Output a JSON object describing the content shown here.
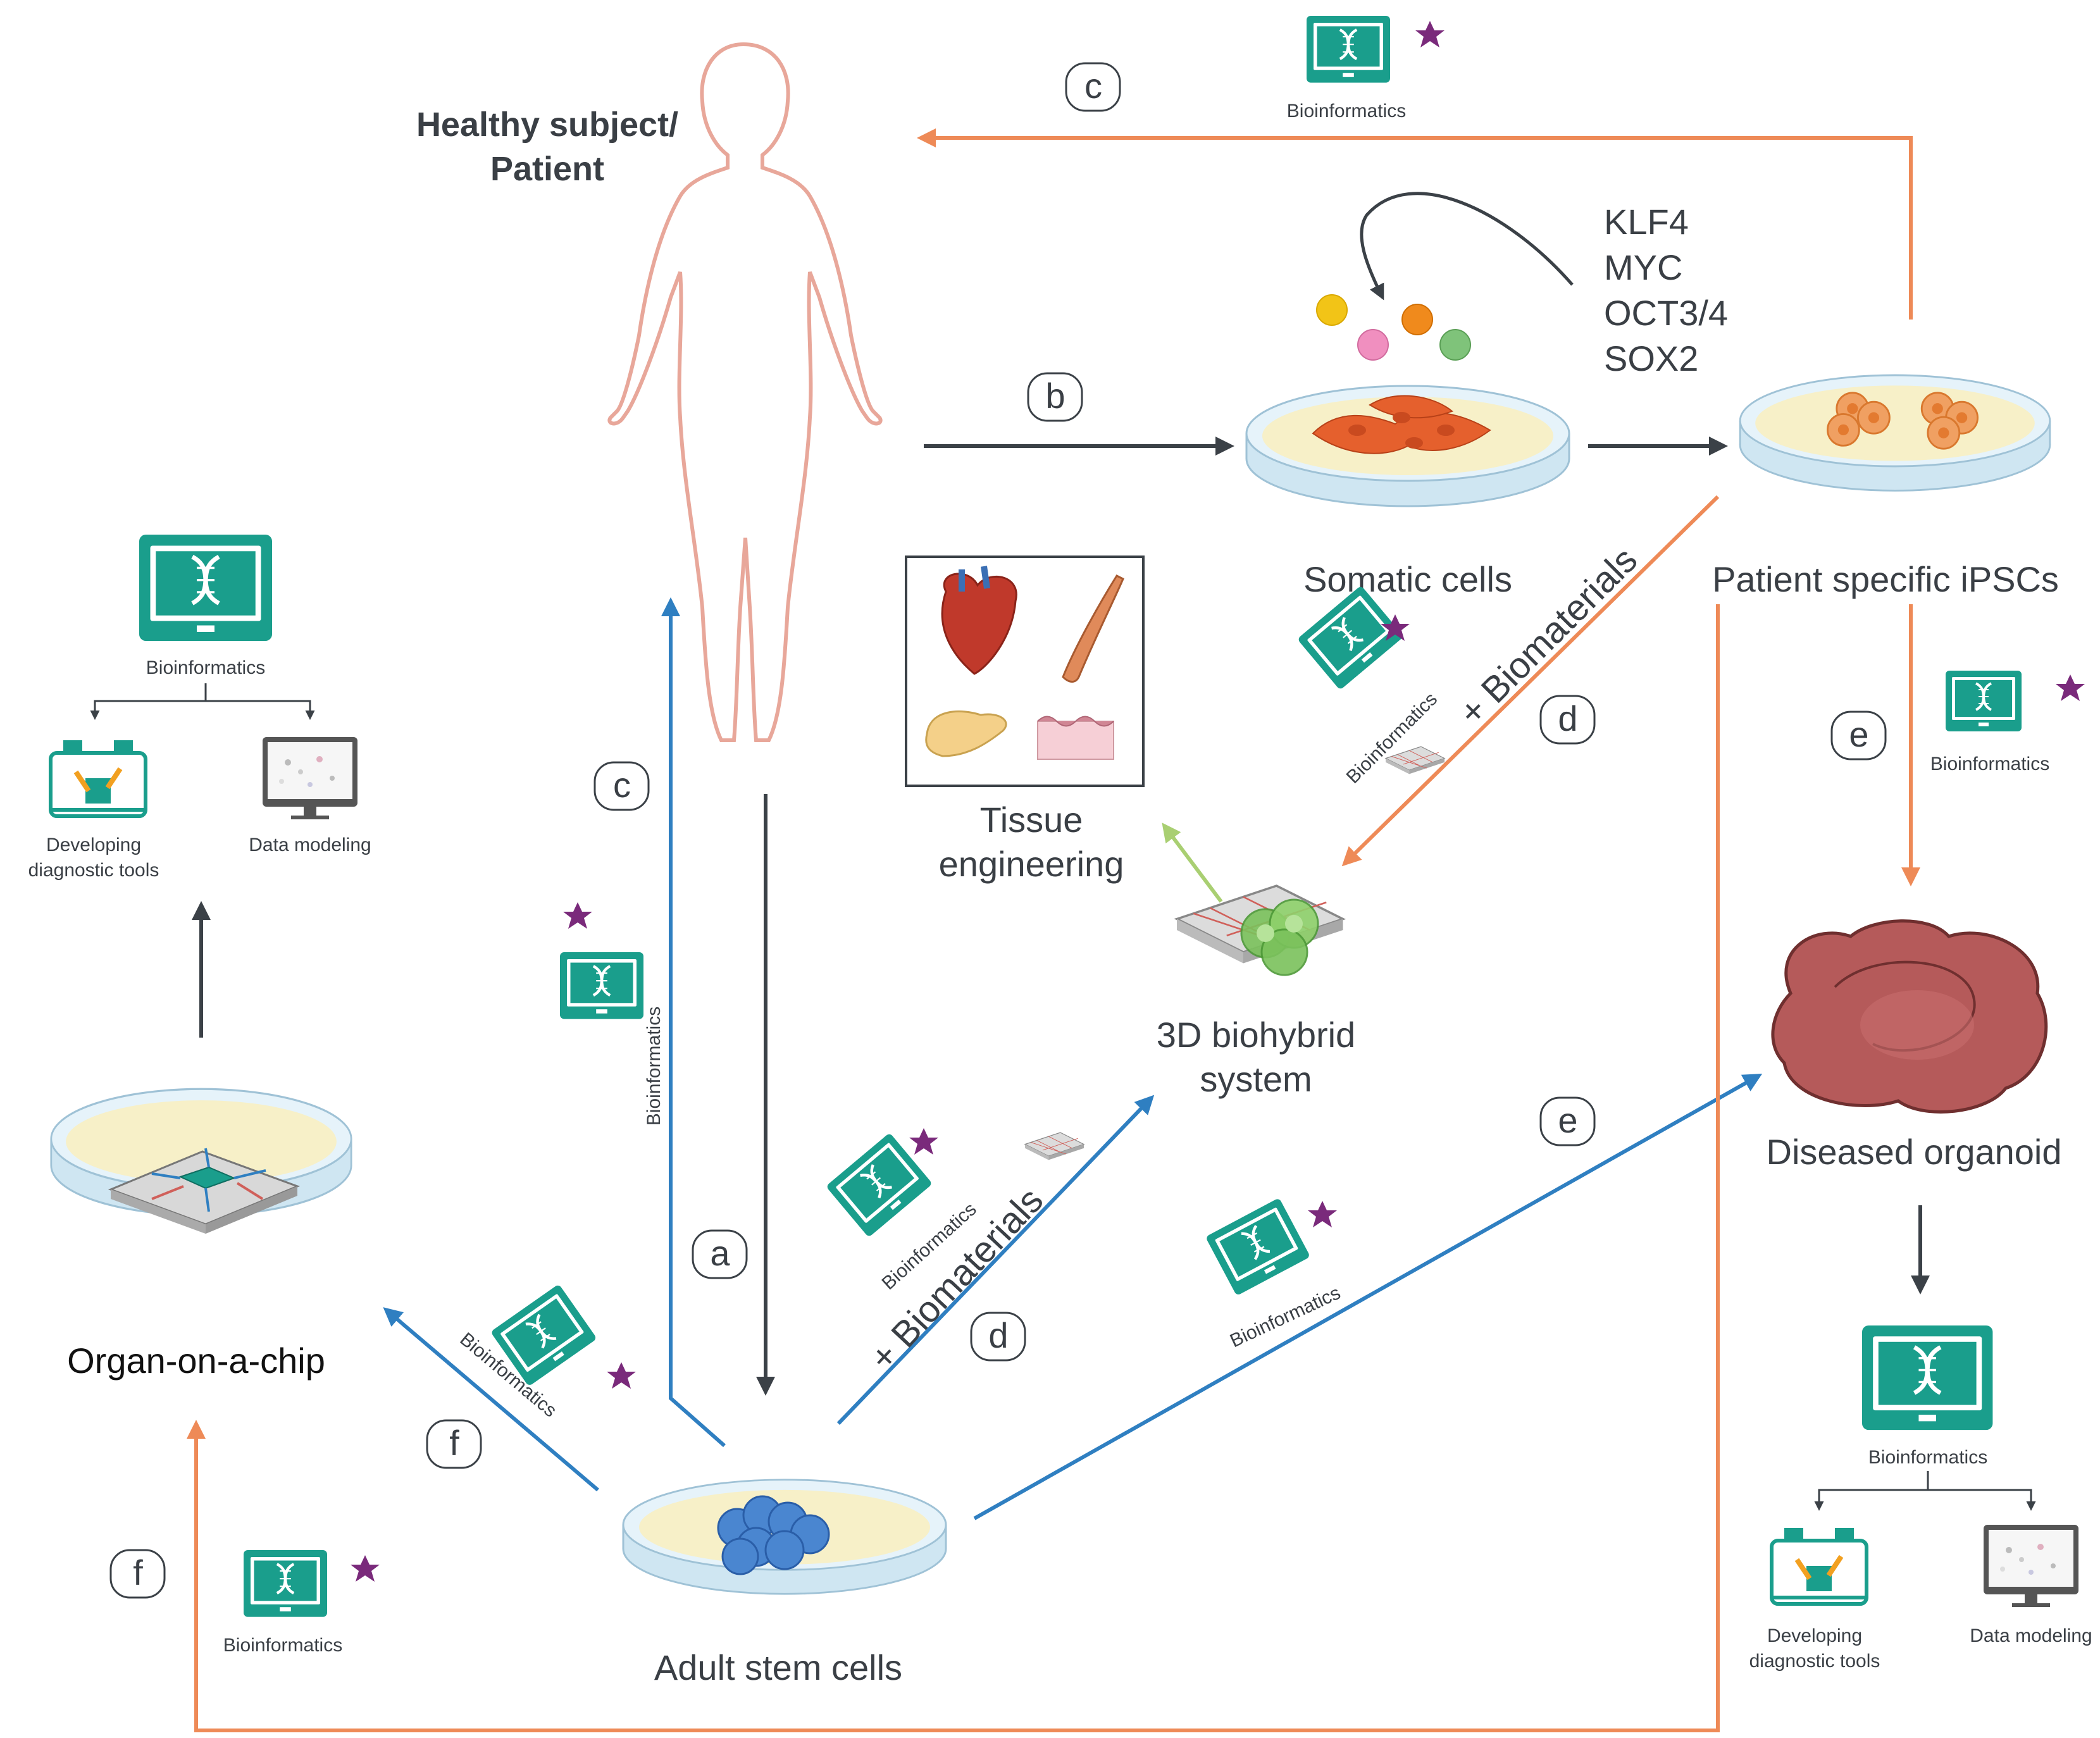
{
  "colors": {
    "dark": "#3b4147",
    "blue": "#2f7fc1",
    "orange": "#ee8a57",
    "green_arrow": "#a9cf72",
    "teal": "#1a9e8c",
    "star": "#7a2a7b",
    "dish_fill": "#f7f0c8",
    "dish_rim": "#cfe6f2"
  },
  "title": {
    "line1": "Healthy subject/",
    "line2": "Patient"
  },
  "nodes": {
    "somatic": "Somatic cells",
    "ipsc": "Patient specific iPSCs",
    "tissue_line1": "Tissue",
    "tissue_line2": "engineering",
    "biohybrid_line1": "3D biohybrid",
    "biohybrid_line2": "system",
    "organoid": "Diseased organoid",
    "organ_chip": "Organ-on-a-chip",
    "adult_stem": "Adult stem cells"
  },
  "factors": [
    "KLF4",
    "MYC",
    "OCT3/4",
    "SOX2"
  ],
  "step_labels": {
    "a": "a",
    "b": "b",
    "c_top": "c",
    "c_left": "c",
    "d_upper": "d",
    "d_lower": "d",
    "e_right": "e",
    "e_center": "e",
    "f_upper": "f",
    "f_lower": "f"
  },
  "biomaterials": "+ Biomaterials",
  "bioinformatics": "Bioinformatics",
  "outputs": {
    "diag_line1": "Developing",
    "diag_line2": "diagnostic tools",
    "data_modeling": "Data modeling"
  },
  "icons": [
    "human-silhouette-icon",
    "petri-dish-icon",
    "monitor-dna-icon",
    "star-icon",
    "heart-icon",
    "muscle-icon",
    "pancreas-icon",
    "skin-icon",
    "scaffold-icon",
    "organoid-icon",
    "microfluidic-chip-icon",
    "diagnostic-device-icon",
    "data-monitor-icon"
  ]
}
